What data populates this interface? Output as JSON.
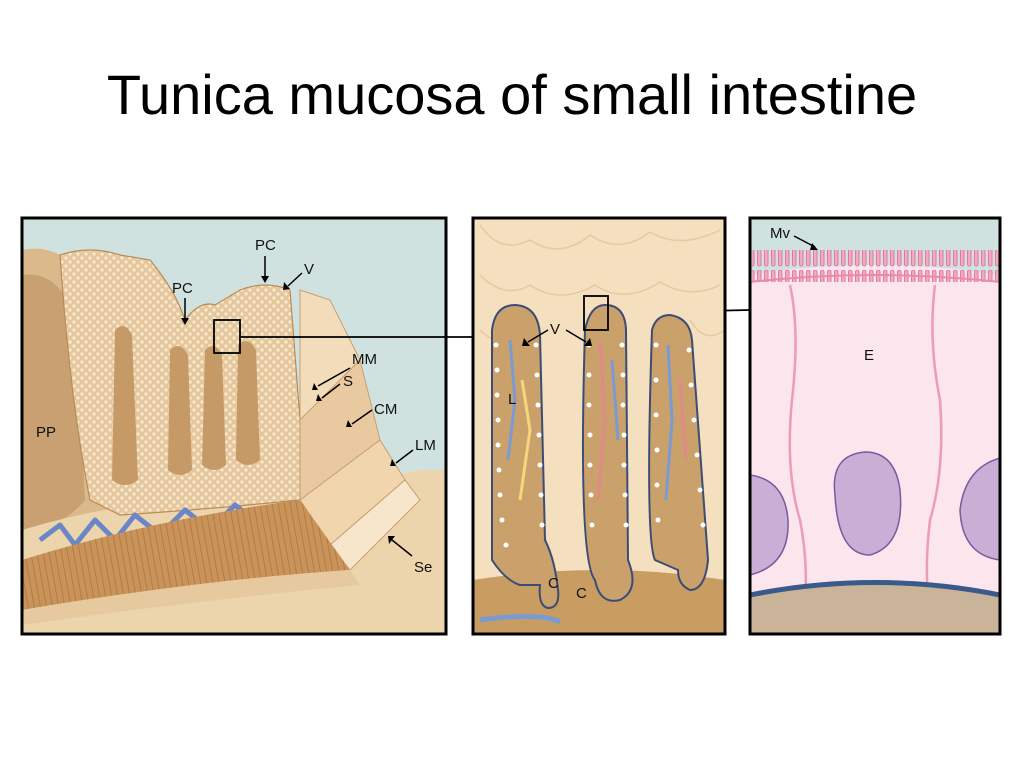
{
  "title": "Tunica mucosa of small intestine",
  "colors": {
    "background_panel": "#cfe2e0",
    "tissue_light": "#f2dcb8",
    "tissue_mid": "#d9b282",
    "tissue_dark": "#b98a55",
    "muscle": "#c9935a",
    "vein_blue": "#7a9ad2",
    "vessel_red": "#e08a8a",
    "cell_pink": "#fbe6ee",
    "nucleus": "#c9afd6",
    "membrane": "#e88aa8",
    "basement": "#3b5a8c",
    "outline": "#000000"
  },
  "panels": {
    "left": {
      "labels": {
        "pc_top": "PC",
        "pc_left": "PC",
        "v": "V",
        "mm": "MM",
        "s": "S",
        "cm": "CM",
        "lm": "LM",
        "se": "Se",
        "pp": "PP"
      }
    },
    "middle": {
      "labels": {
        "v": "V",
        "l": "L",
        "c1": "C",
        "c2": "C"
      }
    },
    "right": {
      "labels": {
        "mv": "Mv",
        "e": "E"
      }
    }
  }
}
